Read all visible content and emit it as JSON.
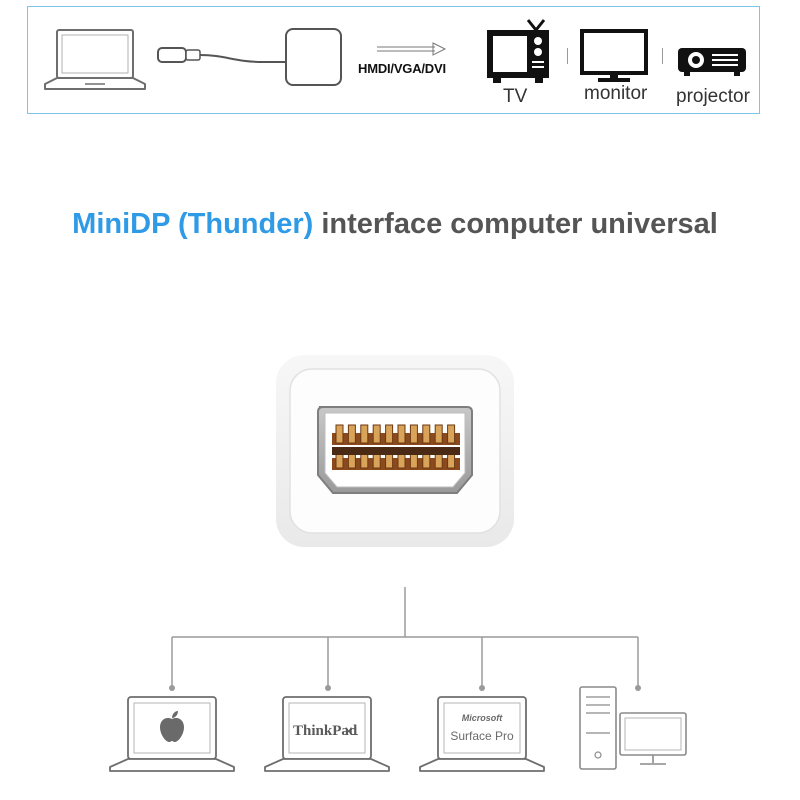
{
  "banner": {
    "flow_label": "HMDI/VGA/DVI",
    "devices": [
      {
        "label": "TV",
        "icon": "tv-icon"
      },
      {
        "label": "monitor",
        "icon": "monitor-icon"
      },
      {
        "label": "projector",
        "icon": "projector-icon"
      }
    ]
  },
  "headline": {
    "highlight": "MiniDP (Thunder)",
    "rest": " interface computer universal"
  },
  "computers": [
    {
      "icon": "apple-laptop-icon"
    },
    {
      "brand": "ThinkPad",
      "model": "X1",
      "icon": "thinkpad-laptop-icon"
    },
    {
      "brand": "Microsoft",
      "model": "Surface Pro",
      "icon": "surface-laptop-icon"
    },
    {
      "icon": "desktop-pc-icon"
    }
  ],
  "colors": {
    "accent": "#2f9ae6",
    "text_dark": "#555555",
    "banner_border": "#7fc3ea",
    "line_gray": "#9a9a9a"
  }
}
